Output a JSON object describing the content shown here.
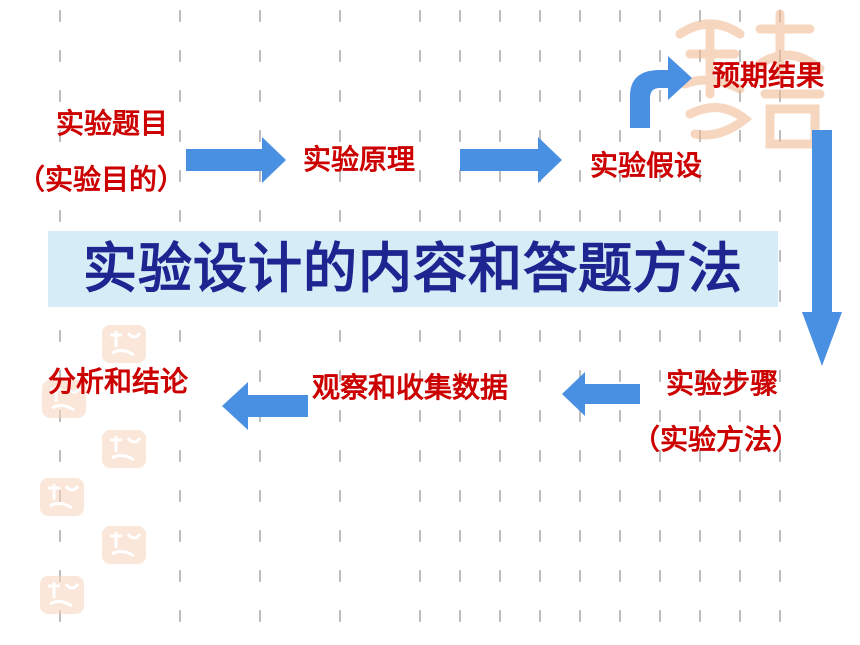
{
  "title": "实验设计的内容和答题方法",
  "nodes": {
    "topic": {
      "line1": "实验题目",
      "line2": "（实验目的）"
    },
    "principle": "实验原理",
    "hypothesis": "实验假设",
    "expected": "预期结果",
    "steps": {
      "line1": "实验步骤",
      "line2": "（实验方法）"
    },
    "observe": "观察和收集数据",
    "analysis": "分析和结论"
  },
  "colors": {
    "node_text": "#cc0000",
    "title_text": "#1f2590",
    "title_band": "#d6ecf7",
    "arrow": "#4a90e2",
    "seal": "#f3c9a8"
  },
  "decor": {
    "seal_icon": "seal-stamp-icon",
    "dashed_grid": true
  }
}
